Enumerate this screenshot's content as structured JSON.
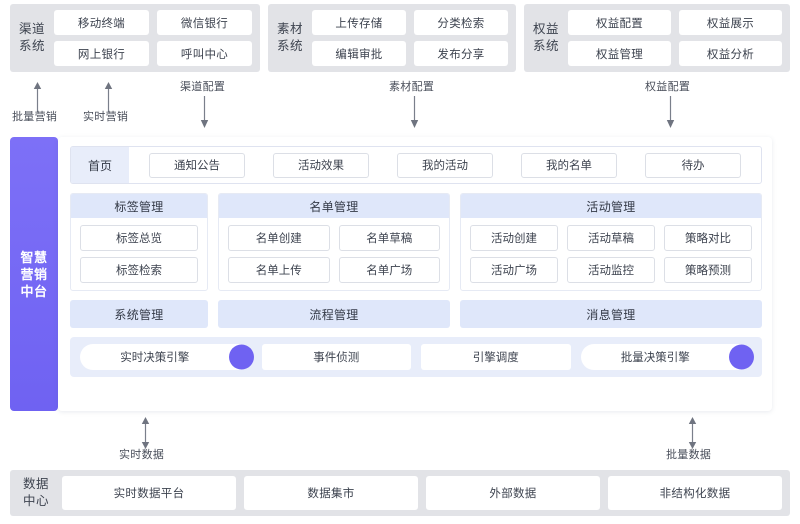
{
  "top_sections": [
    {
      "id": "channel-system",
      "title": "渠道\n系统",
      "title_lines": [
        "渠道",
        "系统"
      ],
      "items": [
        "移动终端",
        "微信银行",
        "网上银行",
        "呼叫中心"
      ]
    },
    {
      "id": "material-system",
      "title_lines": [
        "素材",
        "系统"
      ],
      "items": [
        "上传存储",
        "分类检索",
        "编辑审批",
        "发布分享"
      ]
    },
    {
      "id": "rights-system",
      "title_lines": [
        "权益",
        "系统"
      ],
      "items": [
        "权益配置",
        "权益展示",
        "权益管理",
        "权益分析"
      ]
    }
  ],
  "top_arrows": [
    {
      "label": "批量营销",
      "direction": "up"
    },
    {
      "label": "实时营销",
      "direction": "up"
    },
    {
      "label": "渠道配置",
      "direction": "down"
    },
    {
      "label": "素材配置",
      "direction": "down"
    },
    {
      "label": "权益配置",
      "direction": "down"
    }
  ],
  "brand": {
    "name_lines": [
      "智慧",
      "营销",
      "中台"
    ],
    "color": "#6f62f2"
  },
  "console": {
    "home_tab": "首页",
    "tabs": [
      "通知公告",
      "活动效果",
      "我的活动",
      "我的名单",
      "待办"
    ],
    "panels": [
      {
        "id": "tag-management",
        "title": "标签管理",
        "columns": 1,
        "items": [
          "标签总览",
          "标签检索"
        ]
      },
      {
        "id": "list-management",
        "title": "名单管理",
        "columns": 2,
        "items": [
          "名单创建",
          "名单草稿",
          "名单上传",
          "名单广场"
        ]
      },
      {
        "id": "campaign-management",
        "title": "活动管理",
        "columns": 3,
        "items": [
          "活动创建",
          "活动草稿",
          "策略对比",
          "活动广场",
          "活动监控",
          "策略预测"
        ]
      }
    ],
    "flat_headers": [
      "系统管理",
      "流程管理",
      "消息管理"
    ],
    "engines": [
      {
        "label": "实时决策引擎",
        "has_dot": true
      },
      {
        "label": "事件侦测",
        "has_dot": false
      },
      {
        "label": "引擎调度",
        "has_dot": false
      },
      {
        "label": "批量决策引擎",
        "has_dot": true
      }
    ]
  },
  "bottom_arrows": [
    {
      "label": "实时数据",
      "direction": "both"
    },
    {
      "label": "批量数据",
      "direction": "both"
    }
  ],
  "data_center": {
    "title_lines": [
      "数据",
      "中心"
    ],
    "items": [
      "实时数据平台",
      "数据集市",
      "外部数据",
      "非结构化数据"
    ]
  },
  "colors": {
    "accent": "#6f62f2",
    "panel_header": "#dfe7fa",
    "band_gray": "#e2e3e7",
    "tab_active": "#e8edfa"
  }
}
